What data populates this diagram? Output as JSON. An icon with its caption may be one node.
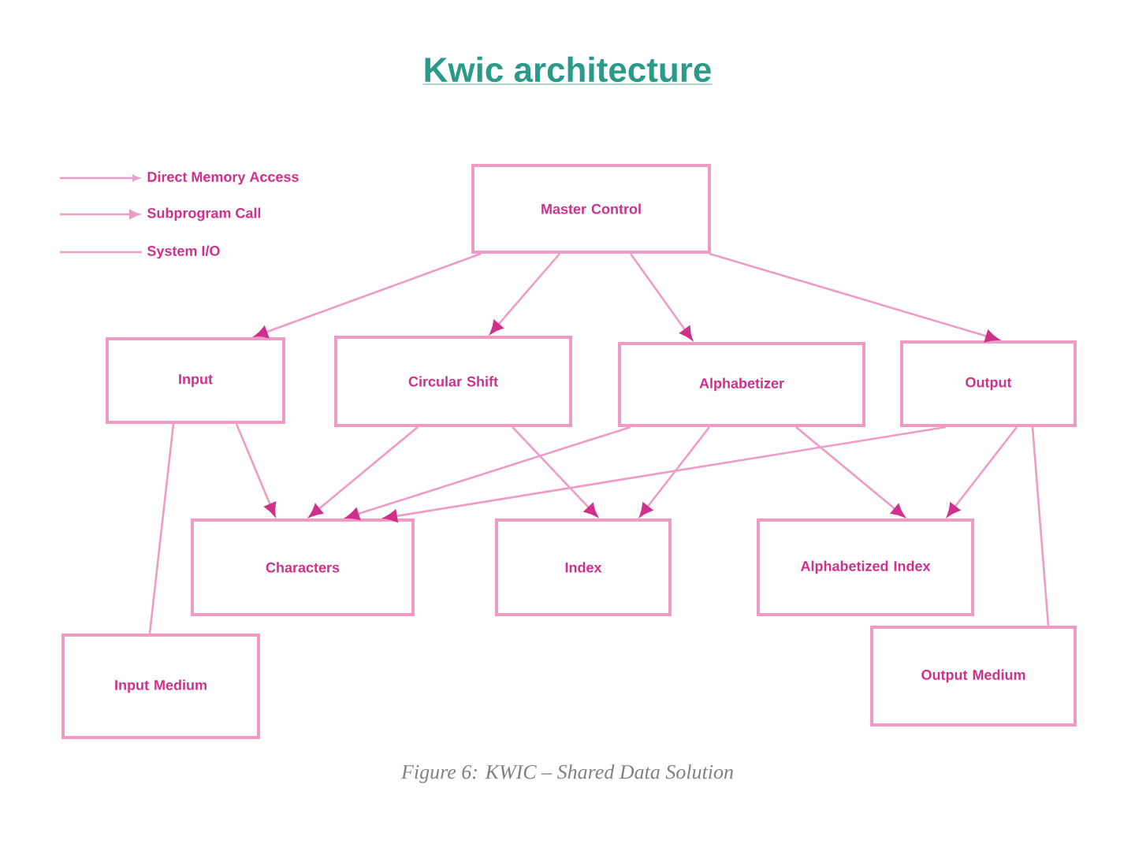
{
  "diagram": {
    "title": "Kwic architecture",
    "caption": "Figure 6: KWIC – Shared Data Solution",
    "nodes": [
      {
        "text": [
          "Master Control"
        ]
      },
      {
        "text": [
          "Input"
        ]
      },
      {
        "text": [
          "Circular Shift"
        ]
      },
      {
        "text": [
          "Alphabetizer"
        ]
      },
      {
        "text": [
          "Output"
        ]
      },
      {
        "text": [
          "Characters"
        ]
      },
      {
        "text": [
          "Index"
        ]
      },
      {
        "text": [
          "Alphabetized Index"
        ]
      },
      {
        "text": [
          "Input Medium"
        ]
      },
      {
        "text": [
          "Output Medium"
        ]
      }
    ],
    "edges": [
      {
        "from": 0,
        "to": 1,
        "arrow": "to"
      },
      {
        "from": 0,
        "to": 2,
        "arrow": "to"
      },
      {
        "from": 0,
        "to": 3,
        "arrow": "to"
      },
      {
        "from": 0,
        "to": 4,
        "arrow": "to"
      },
      {
        "from": 1,
        "to": 5,
        "arrow": "to"
      },
      {
        "from": 1,
        "to": 8,
        "arrow": "none"
      },
      {
        "from": 2,
        "to": 5,
        "arrow": "to"
      },
      {
        "from": 2,
        "to": 6,
        "arrow": "to"
      },
      {
        "from": 3,
        "to": 5,
        "arrow": "to"
      },
      {
        "from": 3,
        "to": 6,
        "arrow": "to"
      },
      {
        "from": 3,
        "to": 7,
        "arrow": "to"
      },
      {
        "from": 4,
        "to": 5,
        "arrow": "to"
      },
      {
        "from": 4,
        "to": 7,
        "arrow": "to"
      },
      {
        "from": 4,
        "to": 9,
        "arrow": "none"
      }
    ],
    "legend": [
      {
        "text": "Direct Memory Access"
      },
      {
        "text": "Subprogram Call"
      },
      {
        "text": "System I/O"
      }
    ]
  }
}
